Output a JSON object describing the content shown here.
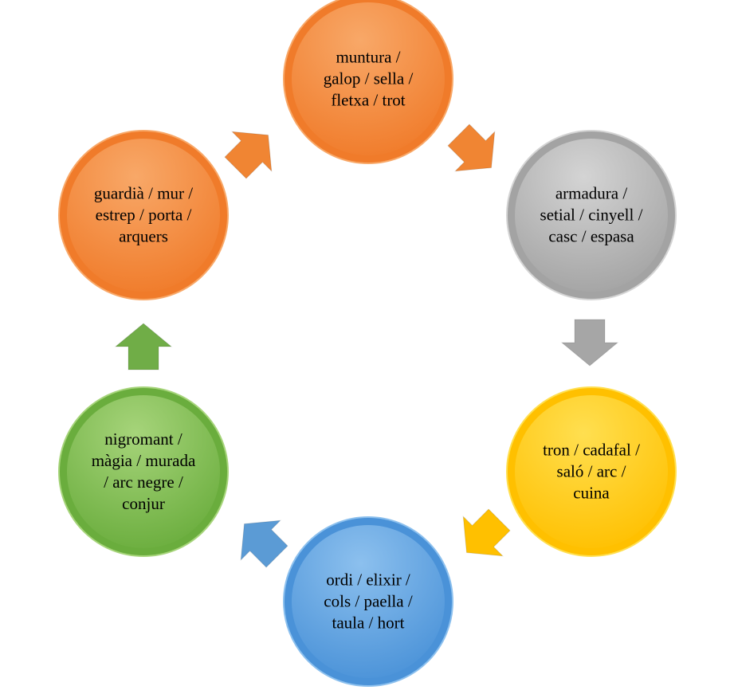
{
  "nodes": [
    {
      "id": "top",
      "lines": [
        "muntura /",
        "galop / sella /",
        "fletxa / trot"
      ],
      "color": "#f07b2a",
      "light": "#f8a868"
    },
    {
      "id": "right-top",
      "lines": [
        "armadura /",
        "setial / cinyell /",
        "casc / espasa"
      ],
      "color": "#a3a3a3",
      "light": "#d4d4d4"
    },
    {
      "id": "right-bottom",
      "lines": [
        "tron / cadafal /",
        "saló / arc /",
        "cuina"
      ],
      "color": "#ffc000",
      "light": "#ffdf50"
    },
    {
      "id": "bottom",
      "lines": [
        "ordi / elixir /",
        "cols / paella /",
        "taula / hort"
      ],
      "color": "#4a92d8",
      "light": "#8cc0ee"
    },
    {
      "id": "left-bottom",
      "lines": [
        "nigromant /",
        "màgia / murada",
        "/ arc negre /",
        "conjur"
      ],
      "color": "#6aad3d",
      "light": "#a6d47a"
    },
    {
      "id": "left-top",
      "lines": [
        "guardià / mur /",
        "estrep / porta /",
        "arquers"
      ],
      "color": "#f07b2a",
      "light": "#f8a868"
    }
  ],
  "arrows": [
    {
      "from": "left-top",
      "to": "top",
      "color": "#f08533"
    },
    {
      "from": "top",
      "to": "right-top",
      "color": "#f08533"
    },
    {
      "from": "right-top",
      "to": "right-bottom",
      "color": "#a6a6a6"
    },
    {
      "from": "right-bottom",
      "to": "bottom",
      "color": "#ffc000"
    },
    {
      "from": "bottom",
      "to": "left-bottom",
      "color": "#5b9bd5"
    },
    {
      "from": "left-bottom",
      "to": "left-top",
      "color": "#70ad47"
    }
  ]
}
